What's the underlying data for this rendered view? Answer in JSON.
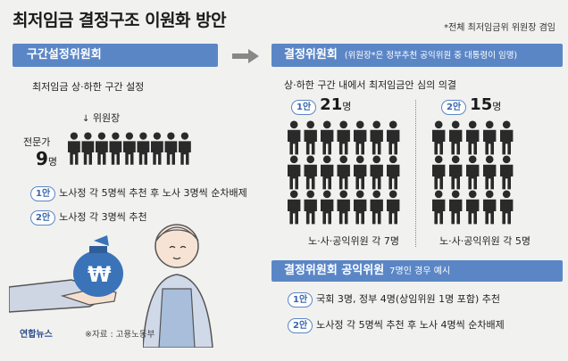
{
  "header": {
    "title": "최저임금 결정구조 이원화 방안",
    "note": "*전체 최저임금위 위원장 겸임"
  },
  "left": {
    "bar_label": "구간설정위원회",
    "description": "최저임금 상·하한 구간 설정",
    "chair_label": "위원장",
    "expert_label": "전문가",
    "expert_count": "9",
    "expert_unit": "명",
    "option1_badge": "1안",
    "option1_text": "노사정 각 5명씩 추천 후 노사 3명씩 순차배제",
    "option2_badge": "2안",
    "option2_text": "노사정 각 3명씩 추천"
  },
  "right": {
    "bar_label": "결정위원회",
    "bar_sub": "(위원장*은 정부추천 공익위원 중 대통령이 임명)",
    "description": "상·하한 구간 내에서 최저임금안 심의 의결",
    "plan1_badge": "1안",
    "plan1_count": "21",
    "plan1_unit": "명",
    "plan1_caption": "노·사·공익위원 각 7명",
    "plan2_badge": "2안",
    "plan2_count": "15",
    "plan2_unit": "명",
    "plan2_caption": "노·사·공익위원 각 5명"
  },
  "public": {
    "bar_label": "결정위원회 공익위원",
    "bar_sub": "7명인 경우 예시",
    "option1_badge": "1안",
    "option1_text": "국회 3명, 정부 4명(상임위원 1명 포함) 추천",
    "option2_badge": "2안",
    "option2_text": "노사정 각 5명씩 추천 후 노사 4명씩 순차배제"
  },
  "footer": {
    "logo": "연합뉴스",
    "source": "※자료 : 고용노동부",
    "money_symbol": "₩"
  },
  "colors": {
    "accent": "#5b86c6",
    "dark": "#2a2a2a",
    "bag": "#3a73b8"
  }
}
